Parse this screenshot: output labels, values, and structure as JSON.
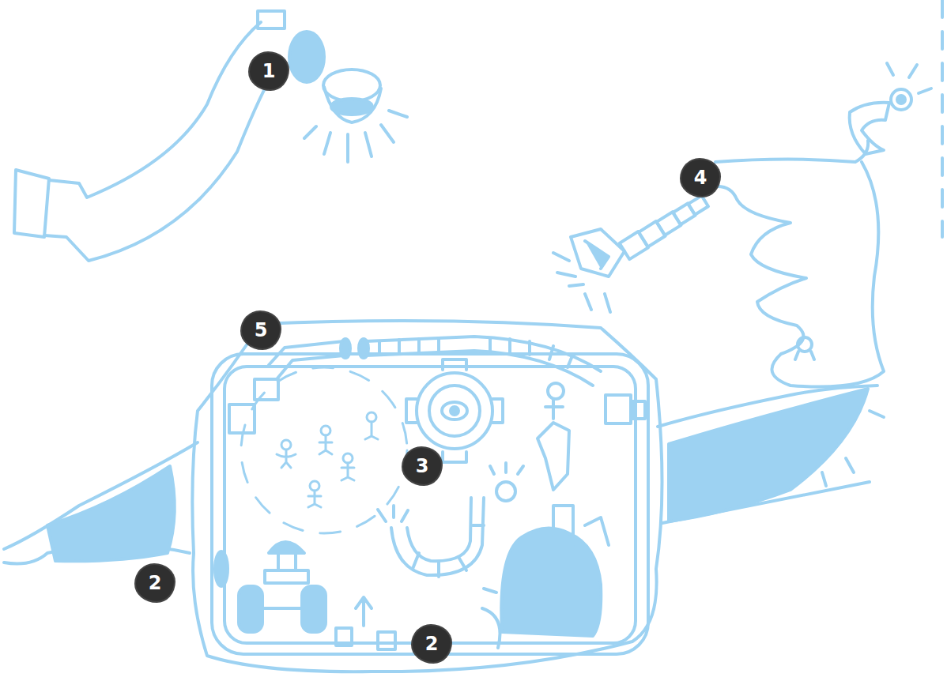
{
  "diagram": {
    "labels": [
      "1",
      "4",
      "5",
      "3",
      "2",
      "2"
    ]
  }
}
